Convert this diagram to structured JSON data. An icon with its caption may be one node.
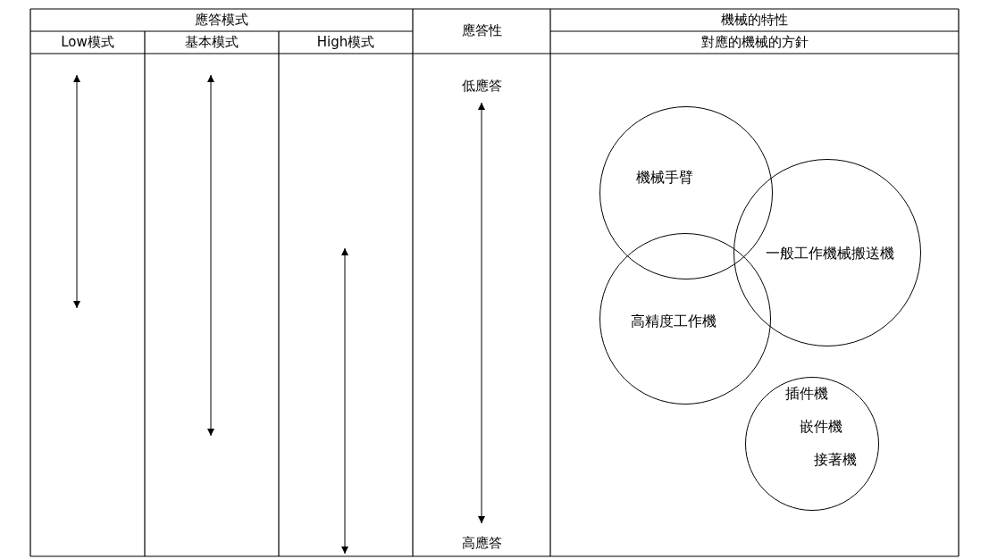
{
  "diagram": {
    "nodes": [
      {
        "text": [
          "機械手臂"
        ]
      },
      {
        "text": [
          "一般工作機械搬送機"
        ]
      },
      {
        "text": [
          "高精度工作機"
        ]
      },
      {
        "text": [
          "插件機",
          "嵌件機",
          "接著機"
        ]
      }
    ],
    "labels": [
      "應答模式",
      "應答性",
      "機械的特性",
      "Low模式",
      "基本模式",
      "High模式",
      "對應的機械的方針",
      "低應答",
      "高應答"
    ]
  }
}
